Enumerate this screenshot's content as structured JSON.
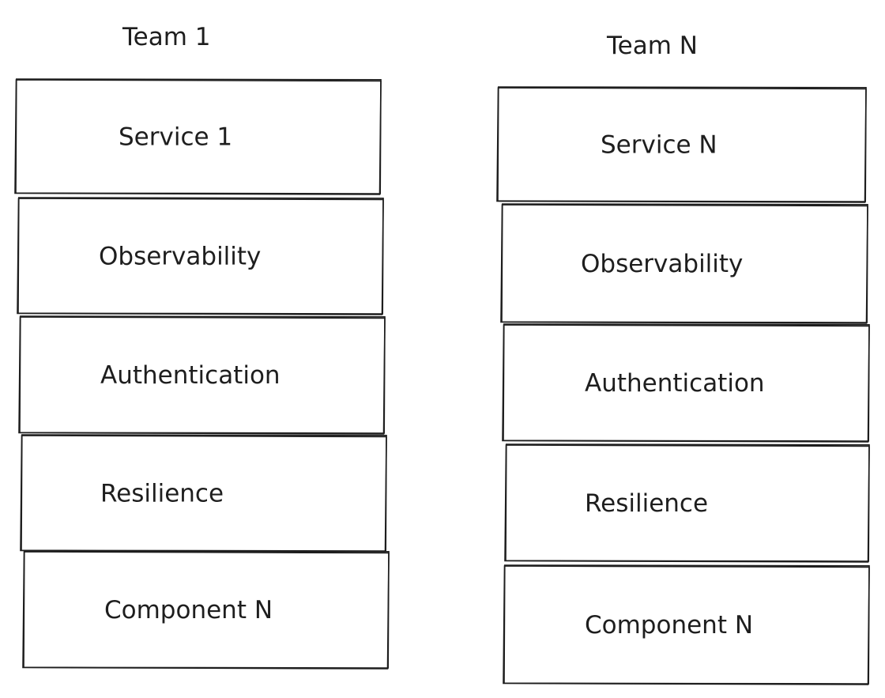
{
  "columns": [
    {
      "title": "Team 1",
      "layers": [
        "Service 1",
        "Observability",
        "Authentication",
        "Resilience",
        "Component N"
      ]
    },
    {
      "title": "Team N",
      "layers": [
        "Service N",
        "Observability",
        "Authentication",
        "Resilience",
        "Component N"
      ]
    }
  ],
  "colors": {
    "stroke": "#1e1e1e",
    "background": "#ffffff"
  }
}
